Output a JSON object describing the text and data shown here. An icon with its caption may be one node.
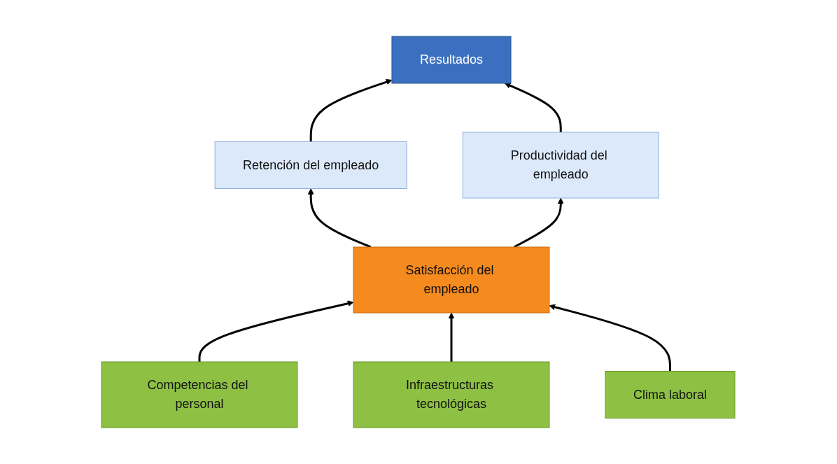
{
  "diagram": {
    "nodes": [
      {
        "text": [
          "Resultados"
        ]
      },
      {
        "text": [
          "Retención del empleado"
        ]
      },
      {
        "text": [
          "Productividad del empleado"
        ]
      },
      {
        "text": [
          "Satisfacción del empleado"
        ]
      },
      {
        "text": [
          "Competencias del personal"
        ]
      },
      {
        "text": [
          "Infraestructuras tecnológicas"
        ]
      },
      {
        "text": [
          "Clima laboral"
        ]
      }
    ],
    "edges": [
      {
        "from": 1,
        "to": 0,
        "arrow": "to"
      },
      {
        "from": 2,
        "to": 0,
        "arrow": "to"
      },
      {
        "from": 3,
        "to": 1,
        "arrow": "to"
      },
      {
        "from": 3,
        "to": 2,
        "arrow": "to"
      },
      {
        "from": 4,
        "to": 3,
        "arrow": "to"
      },
      {
        "from": 5,
        "to": 3,
        "arrow": "to"
      },
      {
        "from": 6,
        "to": 3,
        "arrow": "to"
      }
    ]
  }
}
